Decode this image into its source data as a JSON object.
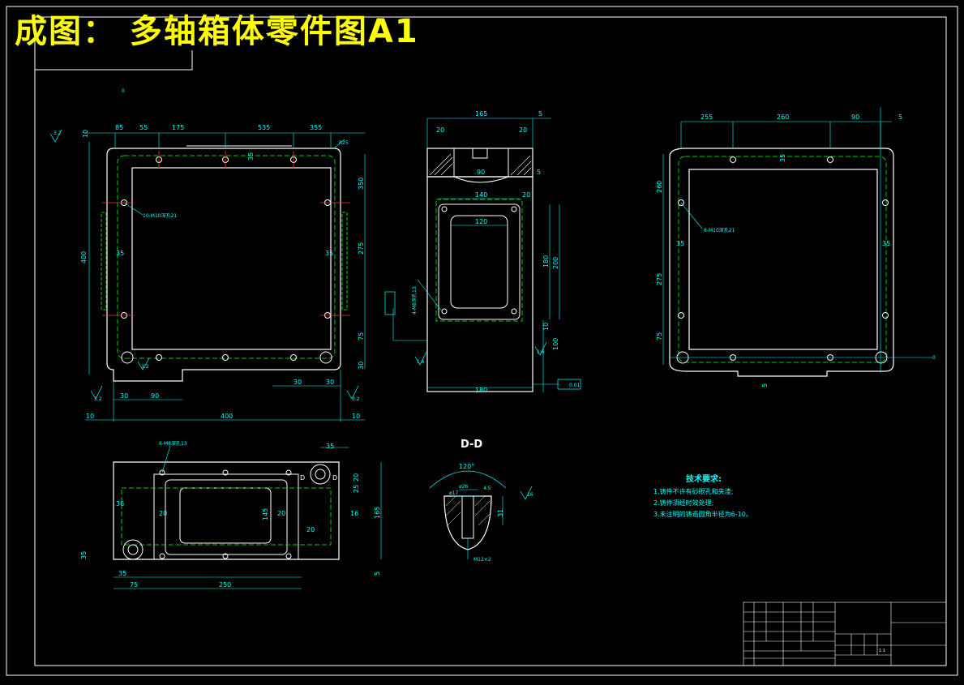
{
  "banner": {
    "text": "成图： 多轴箱体零件图A1",
    "color": "#ffff00"
  },
  "colors": {
    "outline": "#ffffff",
    "dimension": "#00ffff",
    "hidden": "#00cc00",
    "center": "#ff3333"
  },
  "views": {
    "front": {
      "top_dims": [
        "85",
        "55",
        "175",
        "535",
        "355"
      ],
      "left_dims": [
        "10",
        "400"
      ],
      "right_dims": [
        "350",
        "275",
        "75",
        "30"
      ],
      "bottom_dims": [
        "30",
        "90",
        "30",
        "30"
      ],
      "overall": [
        "10",
        "400",
        "10"
      ],
      "inner": [
        "35",
        "35",
        "35"
      ],
      "hole_note": "10-M10深孔21",
      "corner_r": "R25",
      "roughness": [
        "3.2",
        "3.2",
        "3.2",
        "3.2"
      ],
      "datum": "0"
    },
    "side": {
      "top_dims": [
        "165",
        "5",
        "20",
        "20",
        "90",
        "5"
      ],
      "section_dims": [
        "140",
        "20",
        "120"
      ],
      "right_dims": [
        "180",
        "200",
        "10",
        "100"
      ],
      "bottom_dim": "180",
      "left_note": "4-M8深孔13",
      "tolerance": "0.01",
      "roughness": [
        "1.6",
        "1.6"
      ]
    },
    "right": {
      "top_dims": [
        "255",
        "260",
        "90",
        "5"
      ],
      "left_dims": [
        "260",
        "275",
        "75"
      ],
      "inner": [
        "35",
        "35",
        "35"
      ],
      "hole_note": "8-M10深孔21",
      "bottom_dim": "5",
      "datum": "0"
    },
    "top": {
      "hole_note": "6-M8深孔13",
      "dims": [
        "35",
        "25",
        "36",
        "20",
        "20",
        "145",
        "20",
        "16",
        "20",
        "165",
        "35",
        "35",
        "75",
        "250",
        "5"
      ],
      "section_mark": "D"
    },
    "section": {
      "title": "D-D",
      "angle": "120°",
      "dims": [
        "ø26",
        "ø17",
        "4.5",
        "31",
        "M12×2"
      ],
      "roughness": "16"
    }
  },
  "notes": {
    "title": "技术要求:",
    "items": [
      "1.铸件不许有砂眼孔和夹渣;",
      "2.铸件须经时效处理;",
      "3.未注明的铸造圆角半径为6-10。"
    ]
  },
  "title_block": {
    "scale": "1:1"
  }
}
